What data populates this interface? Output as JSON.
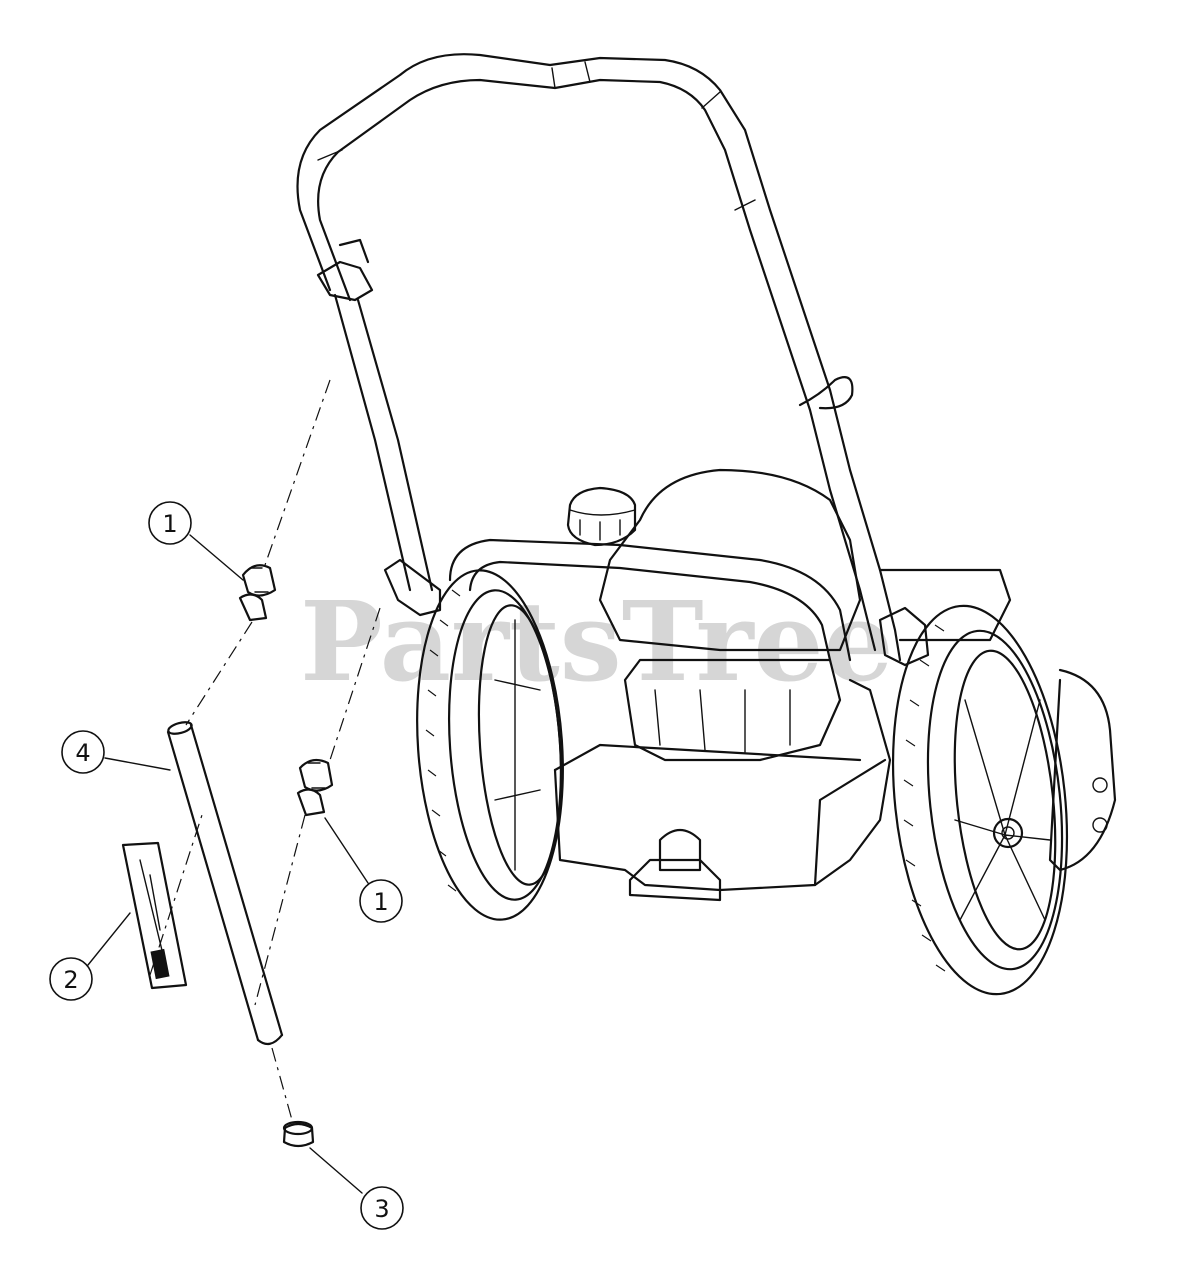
{
  "watermark": "PartsTree",
  "callouts": [
    {
      "id": "callout-1-top",
      "label": "1"
    },
    {
      "id": "callout-1-bottom",
      "label": "1"
    },
    {
      "id": "callout-2",
      "label": "2"
    },
    {
      "id": "callout-3",
      "label": "3"
    },
    {
      "id": "callout-4",
      "label": "4"
    }
  ],
  "colors": {
    "line": "#111111",
    "background": "#ffffff",
    "watermark": "#c9c9c9"
  }
}
